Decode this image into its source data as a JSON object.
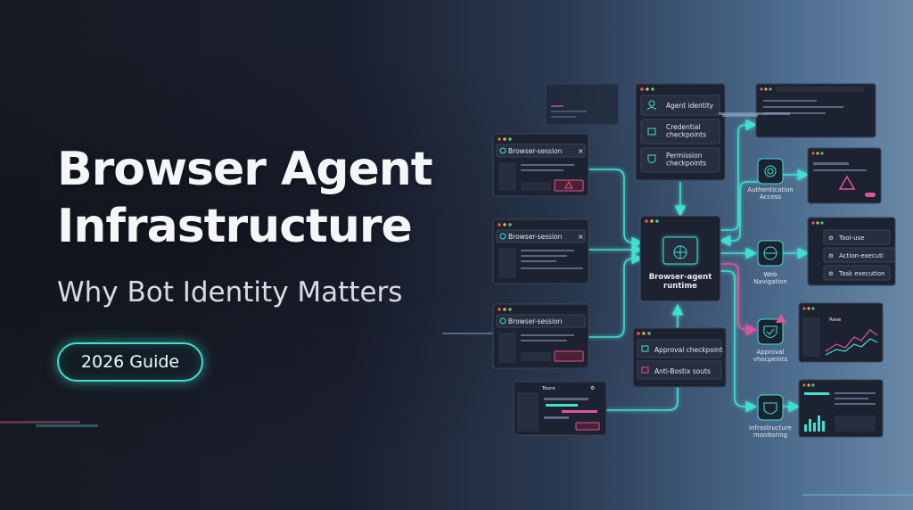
{
  "hero": {
    "title_line1": "Browser Agent",
    "title_line2": "Infrastructure",
    "subtitle": "Why Bot Identity Matters",
    "badge": "2026 Guide"
  },
  "diagram": {
    "session_label": "Browser-session",
    "timeline_label": "Teore",
    "checkpoint_items": [
      "Agent identity",
      "Credential checkpoints",
      "Permission checkpoints"
    ],
    "runtime_label": "Browser-agent runtime",
    "approval_items": [
      "Approval checkpoint",
      "Anti-Bostix souts"
    ],
    "auth_label": "Authentication Access",
    "nav_label": "Web Navigation",
    "approval_label": "Approval vhocpeints",
    "infra_label": "Infrastructure monitoring",
    "tool_items": [
      "Tool-use",
      "Action-executi",
      "Task execution"
    ],
    "chart_title": "Rese"
  },
  "colors": {
    "cyan": "#3fe0d0",
    "pink": "#e0559a",
    "panel": "#1c2230",
    "border": "#3a4458"
  }
}
